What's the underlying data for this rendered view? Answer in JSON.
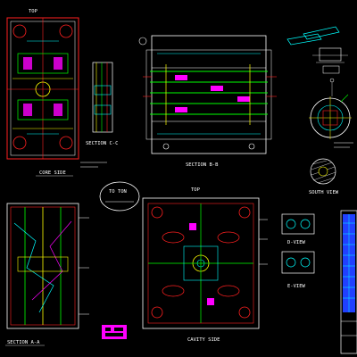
{
  "labels": {
    "top_left": "TOP",
    "core_side": "CORE SIDE",
    "section_cc": "SECTION C-C",
    "section_bb": "SECTION B-B",
    "section_aa": "SECTION A-A",
    "cavity_side": "CAVITY SIDE",
    "top_mid": "TOP",
    "d_view": "D-VIEW",
    "e_view": "E-VIEW",
    "south_view": "SOUTH VIEW",
    "ton_label": "TO TON"
  },
  "colors": {
    "background": "#000000",
    "red": "#ff2020",
    "yellow": "#ffff00",
    "green": "#00ff00",
    "cyan": "#00ffff",
    "magenta": "#ff00ff",
    "white": "#ffffff",
    "blue": "#4060ff"
  }
}
